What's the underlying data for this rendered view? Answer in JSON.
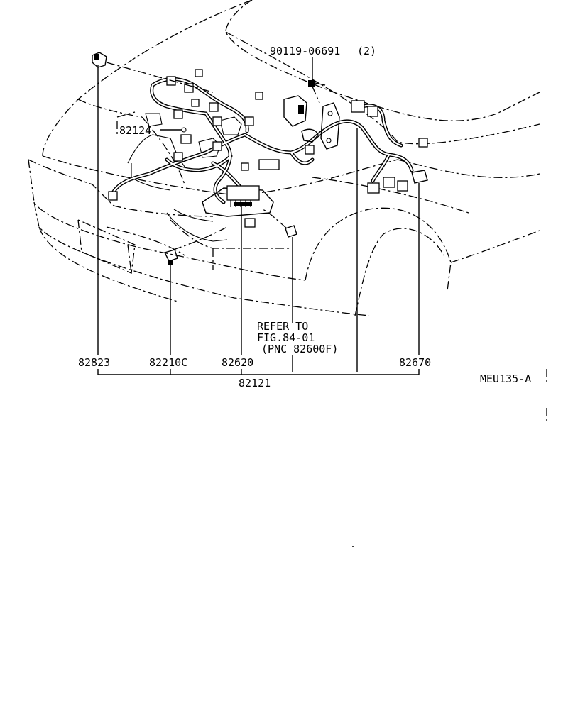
{
  "diagram": {
    "code": "MEU135-A",
    "parts": {
      "bolt": "90119-06691",
      "bolt_qty": "(2)",
      "clamp": "82124",
      "sensor": "82823",
      "connector_left": "82210C",
      "relay_block": "82620",
      "connector_right": "82670",
      "harness": "82121"
    },
    "refer": {
      "line1": "REFER TO",
      "line2": "FIG.84-01",
      "line3": "(PNC 82600F)"
    }
  }
}
